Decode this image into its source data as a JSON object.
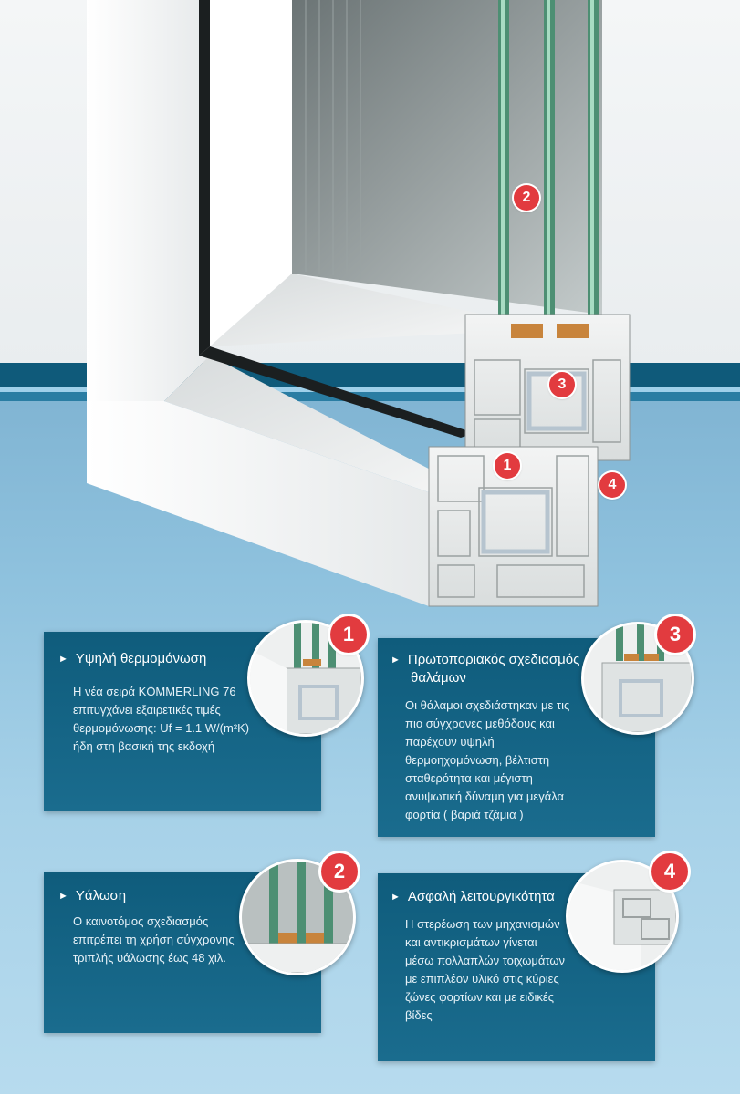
{
  "hero": {
    "callouts": [
      "1",
      "2",
      "3",
      "4"
    ]
  },
  "features": [
    {
      "number": "1",
      "title": "Υψηλή θερμομόνωση",
      "body_lines": [
        "Η νέα σειρά KÖMMERLING 76",
        "επιτυγχάνει εξαιρετικές τιμές",
        "θερμομόνωσης: Uf = 1.1 W/(m²K)",
        "ήδη στη βασική της εκδοχή"
      ]
    },
    {
      "number": "3",
      "title_lines": [
        "Πρωτοποριακός σχεδιασμός",
        "θαλάμων"
      ],
      "body_lines": [
        "Οι θάλαμοι σχεδιάστηκαν με τις",
        "πιο σύγχρονες μεθόδους και",
        "παρέχουν υψηλή",
        "θερμοηχομόνωση, βέλτιστη",
        "σταθερότητα και μέγιστη",
        "ανυψωτική δύναμη για μεγάλα",
        "φορτία ( βαριά τζάμια )"
      ]
    },
    {
      "number": "2",
      "title": "Υάλωση",
      "body_lines": [
        "Ο καινοτόμος σχεδιασμός",
        "επιτρέπει τη χρήση σύγχρονης",
        "τριπλής υάλωσης έως 48 χιλ."
      ]
    },
    {
      "number": "4",
      "title": "Ασφαλή λειτουργικότητα",
      "body_lines": [
        "Η στερέωση των μηχανισμών",
        "και αντικρισμάτων γίνεται",
        "μέσω πολλαπλών τοιχωμάτων",
        "με επιπλέον υλικό στις κύριες",
        "ζώνες φορτίων και με ειδικές",
        "βίδες"
      ]
    }
  ],
  "colors": {
    "panel": "#0f5c7c",
    "badge": "#e23b3f",
    "band": "#0f5a7a",
    "background": "#a6d1e8"
  }
}
